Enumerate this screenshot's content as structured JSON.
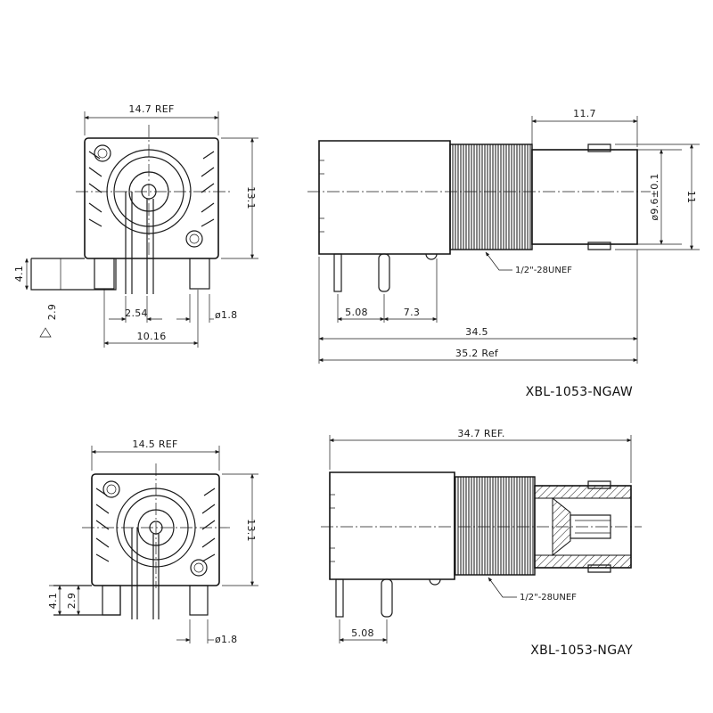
{
  "drawing_top": {
    "front_view": {
      "width_dim": "14.7 REF",
      "height_dim": "13.1",
      "pin_height_dim": "4.1",
      "standoff_dim": "2.9",
      "pitch_dim": "2.54",
      "spacing_dim": "10.16",
      "pin_dia_dim": "ø1.8"
    },
    "side_view": {
      "nose_length_dim": "11.7",
      "inner_dia_dim": "ø9.6±0.1",
      "outer_dia_dim": "11",
      "thread_callout": "1/2\"-28UNEF",
      "pin_dim_1": "5.08",
      "pin_dim_2": "7.3",
      "length_dim": "34.5",
      "overall_dim": "35.2 Ref"
    },
    "part_number": "XBL-1053-NGAW"
  },
  "drawing_bottom": {
    "front_view": {
      "width_dim": "14.5 REF",
      "height_dim": "13.1",
      "pin_height_dim": "4.1",
      "standoff_dim": "2.9",
      "pin_dia_dim": "ø1.8"
    },
    "side_view": {
      "overall_dim": "34.7 REF.",
      "thread_callout": "1/2\"-28UNEF",
      "pin_dim_1": "5.08"
    },
    "part_number": "XBL-1053-NGAY"
  }
}
